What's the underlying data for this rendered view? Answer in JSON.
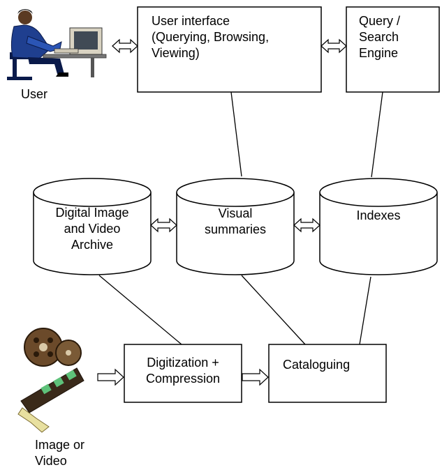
{
  "nodes": {
    "user_interface": "User interface\n(Querying, Browsing,\nViewing)",
    "query_engine": "Query /\nSearch\nEngine",
    "archive": "Digital Image\nand Video\nArchive",
    "visual_summaries": "Visual\nsummaries",
    "indexes": "Indexes",
    "digitization": "Digitization +\nCompression",
    "cataloguing": "Cataloguing"
  },
  "actors": {
    "user": "User",
    "source": "Image or\nVideo"
  },
  "icons": {
    "user": "person-at-computer-icon",
    "source": "film-reel-icon"
  },
  "colors": {
    "stroke": "#000000",
    "background": "#ffffff",
    "skin": "#5a3a22",
    "shirt": "#1f3f8f",
    "film": "#6b4a2a",
    "film_frame": "#5ec27a"
  }
}
